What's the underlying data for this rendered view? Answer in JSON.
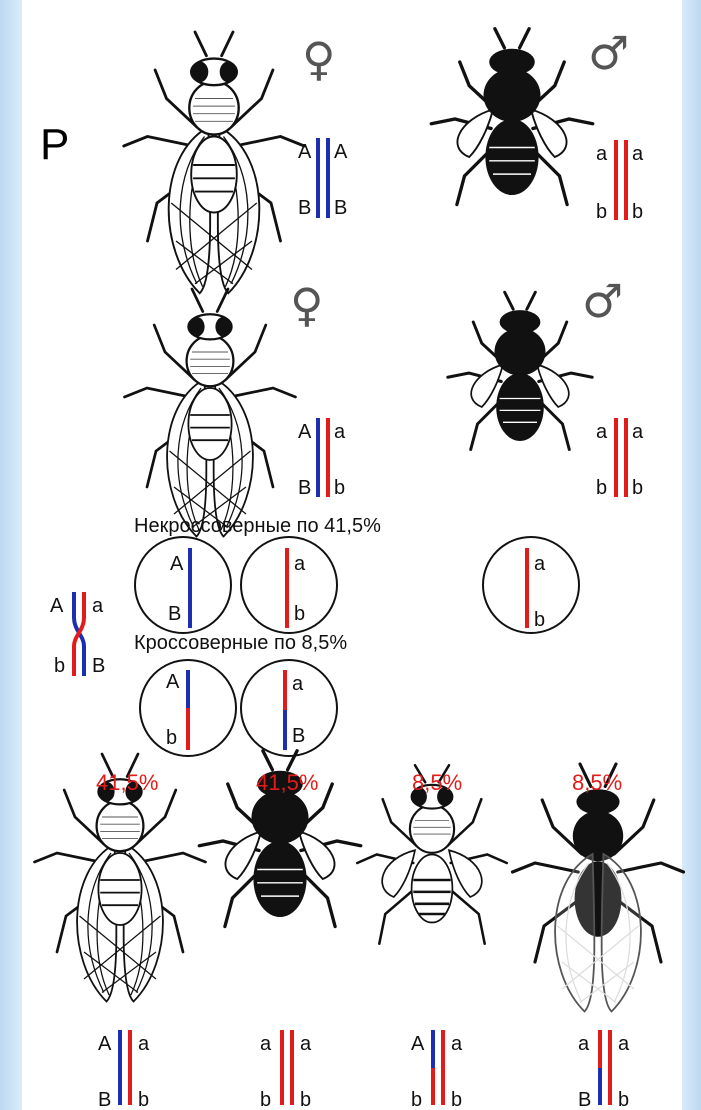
{
  "parent_label": "P",
  "female_symbol": "♀",
  "male_symbol": "♂",
  "colors": {
    "blue": "#1c2fb2",
    "red": "#e21b1b",
    "black": "#111111"
  },
  "parents": {
    "female": {
      "top_left": "A",
      "top_right": "A",
      "bottom_left": "B",
      "bottom_right": "B"
    },
    "male": {
      "top_left": "a",
      "top_right": "a",
      "bottom_left": "b",
      "bottom_right": "b"
    }
  },
  "f1": {
    "female": {
      "top_left": "A",
      "top_right": "a",
      "bottom_left": "B",
      "bottom_right": "b"
    },
    "male": {
      "top_left": "a",
      "top_right": "a",
      "bottom_left": "b",
      "bottom_right": "b"
    }
  },
  "crossover_diagram": {
    "top_left": "A",
    "top_right": "a",
    "bottom_left": "b",
    "bottom_right": "B"
  },
  "noncrossover": {
    "title": "Некроссоверные",
    "percent": "по 41,5%",
    "gamete1": {
      "top": "A",
      "bottom": "B"
    },
    "gamete2": {
      "top": "a",
      "bottom": "b"
    },
    "male_gamete": {
      "top": "a",
      "bottom": "b"
    }
  },
  "crossover": {
    "title": "Кроссоверные",
    "percent": "по 8,5%",
    "gamete1": {
      "top": "A",
      "bottom": "b"
    },
    "gamete2": {
      "top": "a",
      "bottom": "B"
    }
  },
  "offspring": [
    {
      "percent": "41,5%",
      "top_left": "A",
      "top_right": "a",
      "bottom_left": "B",
      "bottom_right": "b"
    },
    {
      "percent": "41,5%",
      "top_left": "a",
      "top_right": "a",
      "bottom_left": "b",
      "bottom_right": "b"
    },
    {
      "percent": "8,5%",
      "top_left": "A",
      "top_right": "a",
      "bottom_left": "b",
      "bottom_right": "b"
    },
    {
      "percent": "8,5%",
      "top_left": "a",
      "top_right": "a",
      "bottom_left": "B",
      "bottom_right": "b"
    }
  ]
}
